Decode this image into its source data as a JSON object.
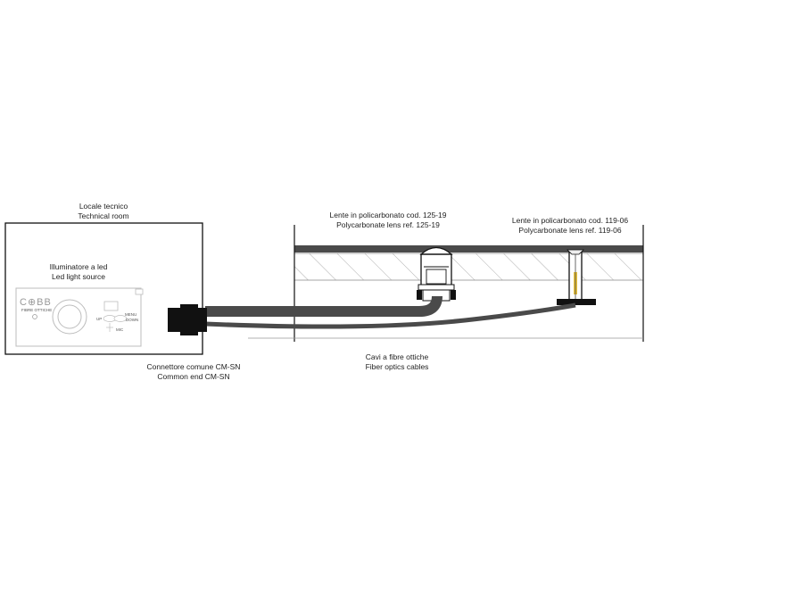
{
  "technical_room": {
    "line1": "Locale tecnico",
    "line2": "Technical room"
  },
  "led_source": {
    "line1": "Illuminatore a led",
    "line2": "Led light source"
  },
  "device": {
    "brand": "C⊕BB",
    "brand_sub": "FIBRE OTTICHE",
    "buttons": {
      "up": "UP",
      "menu": "MENU",
      "down": "DOWN",
      "mic": "MIC"
    }
  },
  "connector": {
    "line1": "Connettore comune CM-SN",
    "line2": "Common end CM-SN"
  },
  "cables": {
    "line1": "Cavi a fibre ottiche",
    "line2": "Fiber optics cables"
  },
  "lens_125": {
    "line1": "Lente in policarbonato cod. 125-19",
    "line2": "Polycarbonate lens ref. 125-19"
  },
  "lens_119": {
    "line1": "Lente in policarbonato cod. 119-06",
    "line2": "Polycarbonate lens ref. 119-06"
  },
  "colors": {
    "cable": "#4a4a4a",
    "accent": "#e8c13a",
    "outline": "#111111",
    "light_outline": "#bdbdbd"
  }
}
